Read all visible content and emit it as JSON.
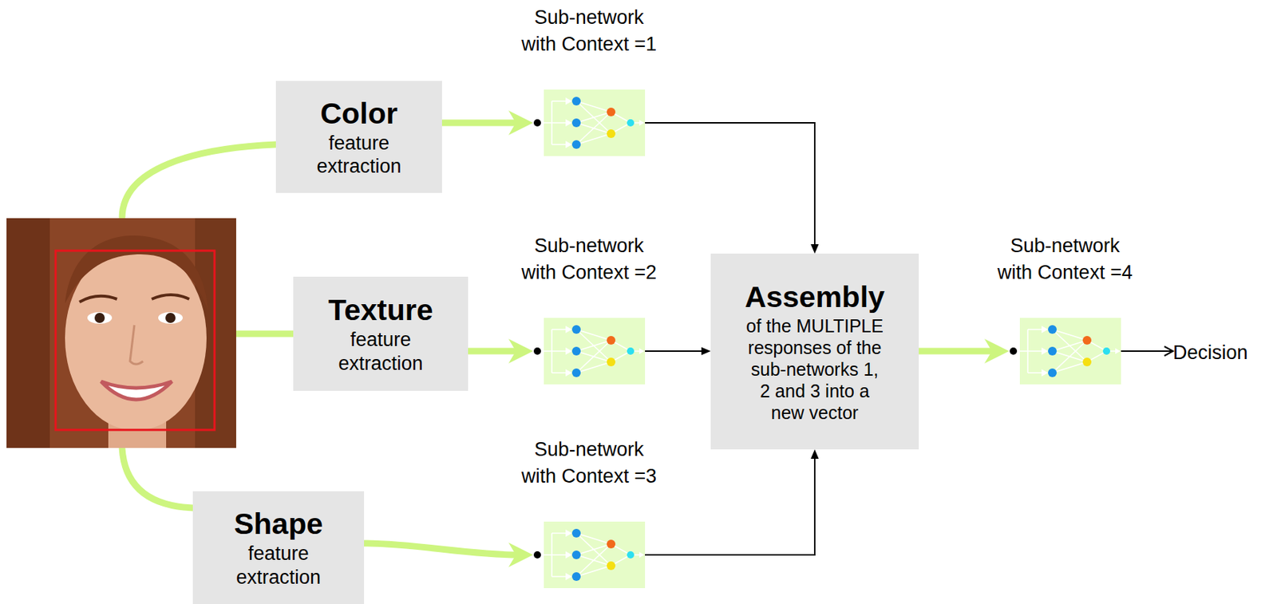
{
  "diagram": {
    "nodes": [
      {
        "text": [
          "Color",
          "feature extraction"
        ]
      },
      {
        "text": [
          "Texture",
          "feature extraction"
        ]
      },
      {
        "text": [
          "Shape",
          "feature extraction"
        ]
      },
      {
        "text": [
          "Sub-network with Context =1"
        ]
      },
      {
        "text": [
          "Sub-network with Context =2"
        ]
      },
      {
        "text": [
          "Sub-network with Context =3"
        ]
      },
      {
        "text": [
          "Assembly",
          "of the MULTIPLE responses of the sub-networks 1, 2 and 3 into a new vector"
        ]
      },
      {
        "text": [
          "Sub-network with Context =4"
        ]
      },
      {
        "text": [
          "Decision"
        ]
      }
    ],
    "edges": [
      {
        "from": 0,
        "to": 3,
        "arrow": "to"
      },
      {
        "from": 1,
        "to": 4,
        "arrow": "to"
      },
      {
        "from": 2,
        "to": 5,
        "arrow": "to"
      },
      {
        "from": 3,
        "to": 6,
        "arrow": "to"
      },
      {
        "from": 4,
        "to": 6,
        "arrow": "to"
      },
      {
        "from": 5,
        "to": 6,
        "arrow": "to"
      },
      {
        "from": 6,
        "to": 7,
        "arrow": "to"
      },
      {
        "from": 7,
        "to": 8,
        "arrow": "to"
      }
    ]
  }
}
